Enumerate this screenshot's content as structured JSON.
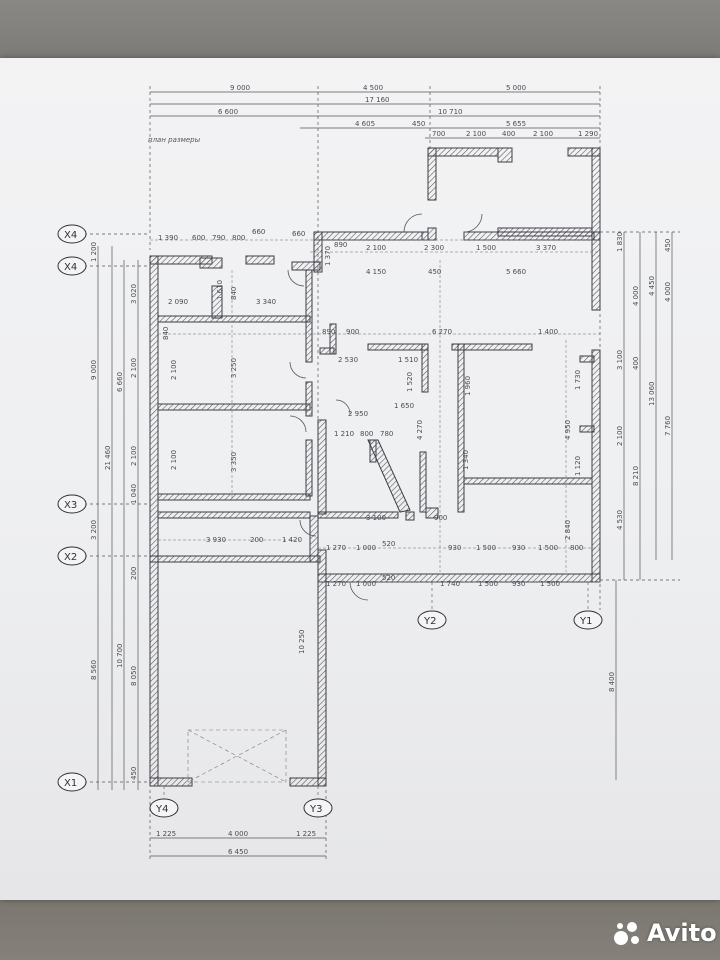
{
  "drawing": {
    "note": "план размеры",
    "axes": {
      "x4a": "X4",
      "x4b": "X4",
      "x3": "X3",
      "x2": "X2",
      "x1": "X1",
      "y1": "Y1",
      "y2": "Y2",
      "y3": "Y3",
      "y4": "Y4"
    },
    "top_dims": {
      "r1a": "9 000",
      "r1b": "4 500",
      "r1c": "5 000",
      "r1d": "17 160",
      "r2a": "6 600",
      "r2b": "10 710",
      "r3a": "4 605",
      "r3b": "450",
      "r3c": "5 655",
      "r4a": "700",
      "r4b": "2 100",
      "r4c": "400",
      "r4d": "2 100",
      "r4e": "1 290"
    },
    "row_x4": {
      "a": "1 390",
      "b": "600",
      "c": "790",
      "d": "800",
      "e": "660",
      "f": "660",
      "g": "890",
      "h": "2 100",
      "i": "2 300",
      "j": "1 500",
      "k": "3 370",
      "l": "4 150",
      "m": "450",
      "n": "5 660",
      "o": "1 370"
    },
    "rooms": {
      "r1a": "2 090",
      "r1b": "3 340",
      "r1c": "1 610",
      "r1d": "840",
      "r2a": "2 100",
      "r2b": "3 250",
      "r2c": "840",
      "r3a": "3 350",
      "r3b": "2 100",
      "r4a": "3 930",
      "r4b": "200",
      "r4c": "1 420",
      "c1": "890",
      "c2": "900",
      "c3": "6 270",
      "c4": "1 400",
      "c5": "2 530",
      "c6": "1 510",
      "c7": "1 520",
      "c8": "1 650",
      "c9": "2 950",
      "c10": "1 210",
      "c11": "800",
      "c12": "780",
      "c13": "4 270",
      "c14": "3 100",
      "c15": "900",
      "c16": "1 730",
      "c17": "4 950",
      "c18": "1 120",
      "c19": "2 840",
      "c20": "1 960",
      "c21": "1 340"
    },
    "bottom_rows": {
      "a1": "1 270",
      "a2": "1 000",
      "a3": "520",
      "a4": "930",
      "a5": "1 500",
      "a6": "930",
      "a7": "1 500",
      "a8": "800",
      "b1": "1 270",
      "b2": "1 000",
      "b3": "520",
      "b4": "1 740",
      "b5": "1 500",
      "b6": "930",
      "b7": "1 500"
    },
    "left_dims": {
      "a": "9 000",
      "b": "21 460",
      "c": "8 560",
      "d": "3 200",
      "e": "10 700",
      "f": "8 050",
      "g": "10 250",
      "h": "1 200",
      "i": "3 020",
      "j": "2 100",
      "k": "6 660",
      "l": "2 100",
      "m": "1 040",
      "n": "200",
      "o": "450"
    },
    "right_dims": {
      "a": "1 830",
      "b": "450",
      "c": "4 450",
      "d": "4 000",
      "e": "13 060",
      "f": "7 760",
      "g": "8 210",
      "h": "4 530",
      "i": "8 400",
      "j": "3 100",
      "k": "2 100",
      "l": "400",
      "m": "4 000"
    },
    "garage_dims": {
      "a": "1 225",
      "b": "4 000",
      "c": "1 225",
      "d": "6 450"
    }
  },
  "watermark": {
    "text": "Avito"
  },
  "colors": {
    "wall": "#3d3d44",
    "line": "#55555c",
    "paper": "#f0f0f2",
    "background": "#6b6a66"
  }
}
